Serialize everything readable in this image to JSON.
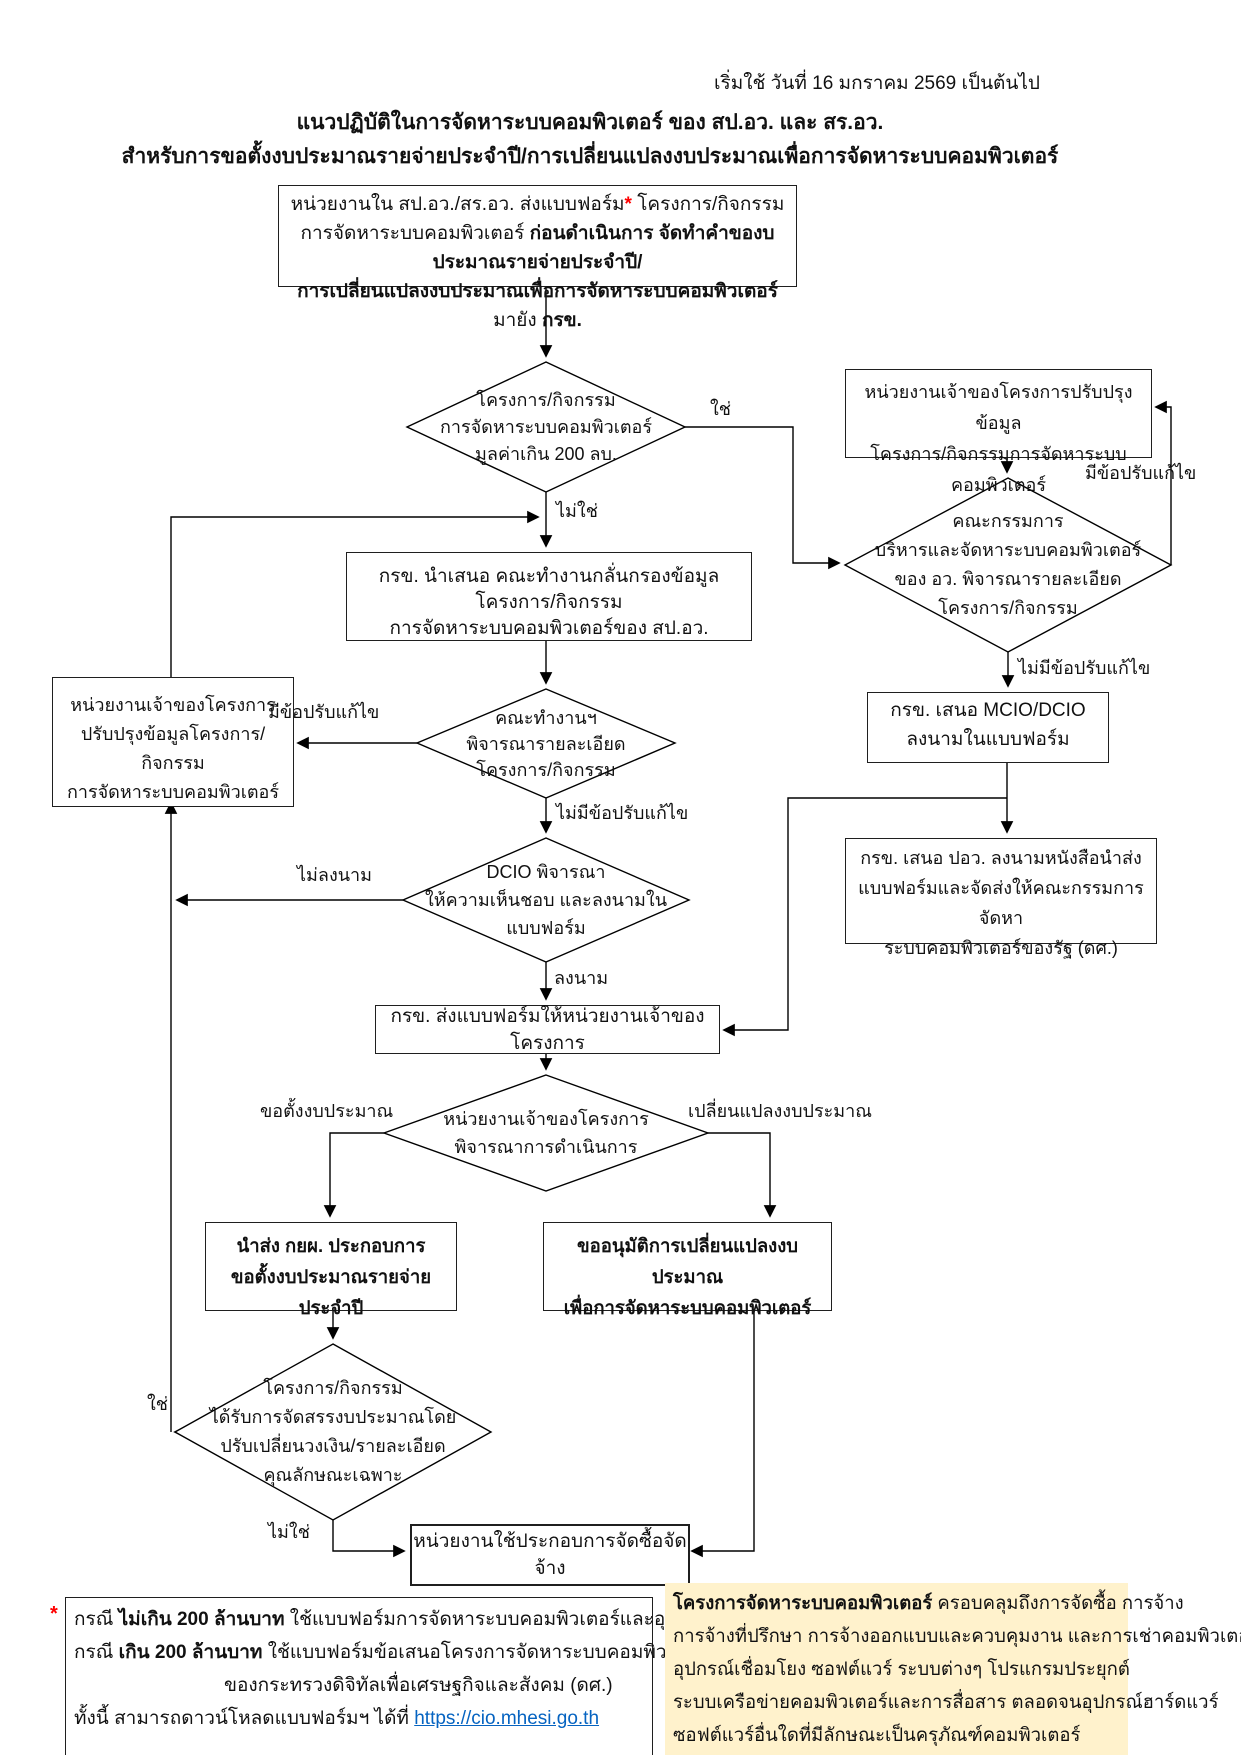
{
  "colors": {
    "accent_red": "#FF0000",
    "link_blue": "#0563C1",
    "note_bg": "#FFF2CC",
    "line_black": "#000000"
  },
  "header": {
    "effective_date": "เริ่มใช้ วันที่  16 มกราคม 2569 เป็นต้นไป",
    "title_line1": "แนวปฏิบัติในการจัดหาระบบคอมพิวเตอร์ ของ สป.อว. และ สร.อว.",
    "title_line2": "สำหรับการขอตั้งงบประมาณรายจ่ายประจำปี/การเปลี่ยนแปลงงบประมาณเพื่อการจัดหาระบบคอมพิวเตอร์"
  },
  "nodes": {
    "start": {
      "lines": [
        [
          {
            "t": "หน่วยงานใน สป.อว./สร.อว. ส่งแบบฟอร์ม"
          },
          {
            "t": "*",
            "red": true,
            "b": true
          },
          {
            "t": " โครงการ/กิจกรรม"
          }
        ],
        [
          {
            "t": "การจัดหาระบบคอมพิวเตอร์ "
          },
          {
            "t": "ก่อนดำเนินการ จัดทำคำของบประมาณรายจ่ายประจำปี/",
            "b": true
          }
        ],
        [
          {
            "t": "การเปลี่ยนแปลงงบประมาณเพื่อการจัดหาระบบคอมพิวเตอร์",
            "b": true
          },
          {
            "t": " มายัง "
          },
          {
            "t": "กรข.",
            "b": true
          }
        ]
      ]
    },
    "decision_value": {
      "lines": [
        "โครงการ/กิจกรรม",
        "การจัดหาระบบคอมพิวเตอร์",
        "มูลค่าเกิน 200 ลบ."
      ]
    },
    "update_right": {
      "lines": [
        "หน่วยงานเจ้าของโครงการปรับปรุงข้อมูล",
        "โครงการ/กิจกรรมการจัดหาระบบคอมพิวเตอร์"
      ]
    },
    "committee": {
      "lines": [
        "คณะกรรมการ",
        "บริหารและจัดหาระบบคอมพิวเตอร์",
        "ของ อว. พิจารณารายละเอียด",
        "โครงการ/กิจกรรม"
      ]
    },
    "present": {
      "lines": [
        "กรข. นำเสนอ คณะทำงานกลั่นกรองข้อมูลโครงการ/กิจกรรม",
        "การจัดหาระบบคอมพิวเตอร์ของ สป.อว."
      ]
    },
    "update_left": {
      "lines": [
        "หน่วยงานเจ้าของโครงการ",
        "ปรับปรุงข้อมูลโครงการ/กิจกรรม",
        "การจัดหาระบบคอมพิวเตอร์"
      ]
    },
    "working_group": {
      "lines": [
        "คณะทำงานฯ",
        "พิจารณารายละเอียด",
        "โครงการ/กิจกรรม"
      ]
    },
    "dcio": {
      "lines": [
        "DCIO พิจารณา",
        "ให้ความเห็นชอบ และลงนามใน",
        "แบบฟอร์ม"
      ]
    },
    "mcio": {
      "lines": [
        "กรข. เสนอ MCIO/DCIO",
        "ลงนามในแบบฟอร์ม"
      ]
    },
    "submit_dsa": {
      "lines": [
        "กรข. เสนอ ปอว. ลงนามหนังสือนำส่ง",
        "แบบฟอร์มและจัดส่งให้คณะกรรมการจัดหา",
        "ระบบคอมพิวเตอร์ของรัฐ (ดศ.)"
      ]
    },
    "send_form": {
      "lines": [
        "กรข. ส่งแบบฟอร์มให้หน่วยงานเจ้าของโครงการ"
      ]
    },
    "owner_decision": {
      "lines": [
        "หน่วยงานเจ้าของโครงการ",
        "พิจารณาการดำเนินการ"
      ]
    },
    "budget_request_box": {
      "lines": [
        "นำส่ง กยผ. ประกอบการ",
        "ขอตั้งงบประมาณรายจ่ายประจำปี"
      ]
    },
    "budget_change_box": {
      "lines": [
        "ขออนุมัติการเปลี่ยนแปลงงบประมาณ",
        "เพื่อการจัดหาระบบคอมพิวเตอร์"
      ]
    },
    "allocation": {
      "lines": [
        "โครงการ/กิจกรรม",
        "ได้รับการจัดสรรงบประมาณโดย",
        "ปรับเปลี่ยนวงเงิน/รายละเอียด",
        "คุณลักษณะเฉพาะ"
      ]
    },
    "procurement": {
      "lines": [
        "หน่วยงานใช้ประกอบการจัดซื้อจัดจ้าง"
      ]
    }
  },
  "edge_labels": {
    "yes1": "ใช่",
    "no1": "ไม่ใช่",
    "revision_right": "มีข้อปรับแก้ไข",
    "no_revision_right": "ไม่มีข้อปรับแก้ไข",
    "revision_mid": "มีข้อปรับแก้ไข",
    "no_revision_mid": "ไม่มีข้อปรับแก้ไข",
    "not_sign": "ไม่ลงนาม",
    "sign": "ลงนาม",
    "budget_request": "ขอตั้งงบประมาณ",
    "budget_change": "เปลี่ยนแปลงงบประมาณ",
    "yes2": "ใช่",
    "no2": "ไม่ใช่"
  },
  "footnote": {
    "asterisk": "*",
    "lines": [
      [
        {
          "t": "กรณี "
        },
        {
          "t": "ไม่เกิน 200 ล้านบาท",
          "b": true
        },
        {
          "t": " ใช้แบบฟอร์มการจัดหาระบบคอมพิวเตอร์และอุปกรณ์ประกอบ ของ อว."
        }
      ],
      [
        {
          "t": "กรณี "
        },
        {
          "t": "เกิน",
          "b": true
        },
        {
          "t": "    "
        },
        {
          "t": "200 ล้านบาท",
          "b": true
        },
        {
          "t": " ใช้แบบฟอร์มข้อเสนอโครงการจัดหาระบบคอมพิวเตอร์ของรัฐ"
        }
      ],
      [
        {
          "t": "ของกระทรวงดิจิทัลเพื่อเศรษฐกิจและสังคม (ดศ.)"
        }
      ],
      [
        {
          "t": "ทั้งนี้ สามารถดาวน์โหลดแบบฟอร์มฯ ได้ที่ "
        },
        {
          "t": "https://cio.mhesi.go.th",
          "link": true
        }
      ]
    ]
  },
  "note": {
    "lines": [
      [
        {
          "t": "โครงการจัดหาระบบคอมพิวเตอร์",
          "b": true
        },
        {
          "t": "  ครอบคลุมถึงการจัดซื้อ การจ้าง"
        }
      ],
      [
        {
          "t": "การจ้างที่ปรึกษา การจ้างออกแบบและควบคุมงาน และการเช่าคอมพิวเตอร์"
        }
      ],
      [
        {
          "t": "อุปกรณ์เชื่อมโยง ซอฟต์แวร์ ระบบต่างๆ โปรแกรมประยุกต์"
        }
      ],
      [
        {
          "t": "ระบบเครือข่ายคอมพิวเตอร์และการสื่อสาร ตลอดจนอุปกรณ์ฮาร์ดแวร์"
        }
      ],
      [
        {
          "t": "ซอฟต์แวร์อื่นใดที่มีลักษณะเป็นครุภัณฑ์คอมพิวเตอร์"
        }
      ]
    ]
  }
}
